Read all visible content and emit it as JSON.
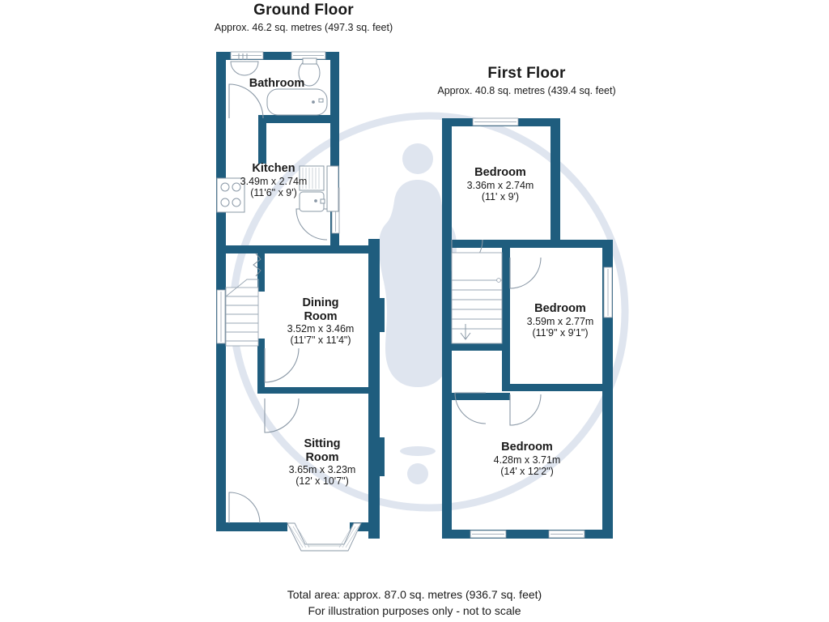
{
  "document": {
    "type": "floor-plan",
    "colors": {
      "wall": "#1f5d7e",
      "wall_dark": "#17506d",
      "watermark": "#dfe5ef",
      "text": "#1a1a1a",
      "background": "#ffffff",
      "fixture_line": "#6b7b88"
    }
  },
  "floors": [
    {
      "id": "ground",
      "title": "Ground Floor",
      "area_note": "Approx. 46.2 sq. metres (497.3 sq. feet)",
      "rooms": [
        {
          "id": "bathroom",
          "name": "Bathroom",
          "dims_metric": "",
          "dims_imperial": ""
        },
        {
          "id": "kitchen",
          "name": "Kitchen",
          "dims_metric": "3.49m x 2.74m",
          "dims_imperial": "(11'6\" x 9')"
        },
        {
          "id": "dining-room",
          "name": "Dining",
          "name2": "Room",
          "dims_metric": "3.52m x 3.46m",
          "dims_imperial": "(11'7\" x 11'4\")"
        },
        {
          "id": "sitting-room",
          "name": "Sitting",
          "name2": "Room",
          "dims_metric": "3.65m x 3.23m",
          "dims_imperial": "(12' x 10'7\")"
        }
      ]
    },
    {
      "id": "first",
      "title": "First Floor",
      "area_note": "Approx. 40.8 sq. metres (439.4 sq. feet)",
      "rooms": [
        {
          "id": "bedroom-1",
          "name": "Bedroom",
          "dims_metric": "3.36m x 2.74m",
          "dims_imperial": "(11' x 9')"
        },
        {
          "id": "bedroom-2",
          "name": "Bedroom",
          "dims_metric": "3.59m x 2.77m",
          "dims_imperial": "(11'9\" x 9'1\")"
        },
        {
          "id": "bedroom-3",
          "name": "Bedroom",
          "dims_metric": "4.28m x 3.71m",
          "dims_imperial": "(14' x 12'2\")"
        }
      ]
    }
  ],
  "footer": {
    "total_area": "Total area: approx. 87.0 sq. metres (936.7 sq. feet)",
    "disclaimer": "For illustration purposes only - not to scale"
  }
}
